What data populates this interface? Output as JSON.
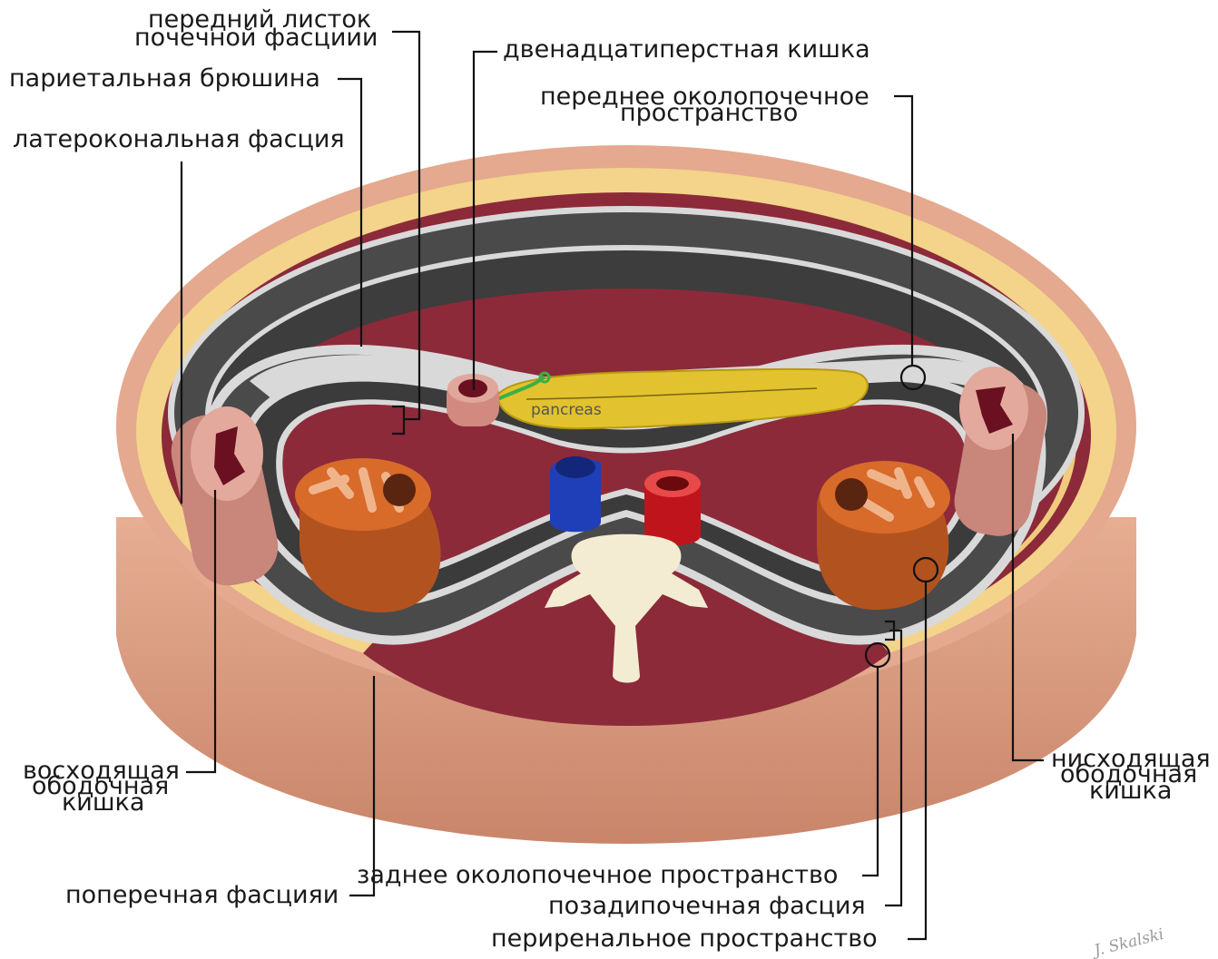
{
  "labels": {
    "anterior_renal_fascia": [
      "передний листок",
      "почечной фасциии"
    ],
    "parietal_peritoneum": "париетальная брюшина",
    "lateroconal_fascia": "латерокональная фасция",
    "duodenum": "двенадцатиперстная кишка",
    "anterior_pararenal_space": [
      "переднее околопочечное",
      "пространство"
    ],
    "ascending_colon": [
      "восходящая",
      "ободочная",
      "кишка"
    ],
    "descending_colon": [
      "нисходящая",
      "ободочная",
      "кишка"
    ],
    "transversalis_fascia": "поперечная фасцияи",
    "posterior_pararenal_space": "заднее околопочечное пространство",
    "posterior_renal_fascia": "позадипочечная фасция",
    "perirenal_space": "периренальное пространство",
    "pancreas": "pancreas"
  },
  "signature": "J. Skalski",
  "colors": {
    "skin": "#d79a80",
    "fat": "#f3d48a",
    "muscle": "#8c2a3a",
    "fascia_band": "#4a4a4a",
    "fascia_edge": "#d8d8d8",
    "kidney": "#d86a2a",
    "pancreas": "#e2c22e",
    "ivc": "#1f3fb8",
    "aorta": "#c0141c",
    "vertebra": "#f4ecd2"
  }
}
